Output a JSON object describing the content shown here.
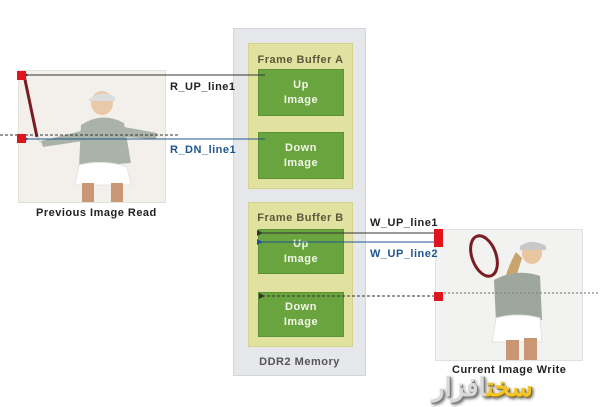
{
  "memory": {
    "label": "DDR2 Memory",
    "frame_buffers": [
      {
        "title": "Frame Buffer A",
        "blocks": [
          {
            "line1": "Up",
            "line2": "Image"
          },
          {
            "line1": "Down",
            "line2": "Image"
          }
        ]
      },
      {
        "title": "Frame Buffer B",
        "blocks": [
          {
            "line1": "Up",
            "line2": "Image"
          },
          {
            "line1": "Down",
            "line2": "Image"
          }
        ]
      }
    ]
  },
  "left_image": {
    "caption": "Previous Image Read"
  },
  "right_image": {
    "caption": "Current Image Write"
  },
  "lines": {
    "read_up": "R_UP_line1",
    "read_down": "R_DN_line1",
    "write_up1": "W_UP_line1",
    "write_up2": "W_UP_line2"
  },
  "colors": {
    "green_block": "#6aa43f",
    "frame_buffer": "#e2e2a0",
    "memory_panel": "#e6e7ea",
    "marker_red": "#e0141c",
    "blue_line": "#1f5590",
    "dark_line": "#333333"
  },
  "watermark": {
    "part1": "سخت",
    "part2": "افزار"
  }
}
